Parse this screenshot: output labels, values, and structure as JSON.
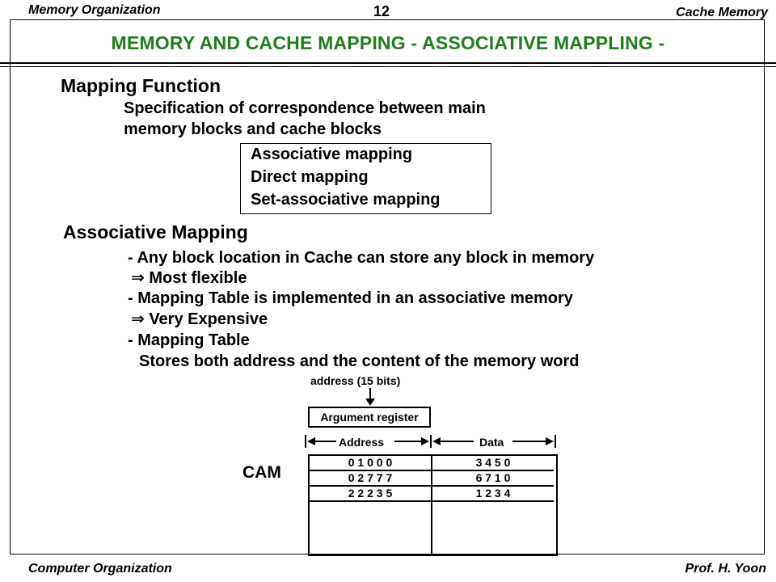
{
  "header": {
    "left": "Memory Organization",
    "page_number": "12",
    "right": "Cache Memory"
  },
  "title": "MEMORY AND CACHE MAPPING - ASSOCIATIVE MAPPLING -",
  "mapping_function": {
    "heading": "Mapping Function",
    "description_lines": [
      "Specification of correspondence between main",
      "memory blocks and cache blocks"
    ],
    "types": [
      "Associative mapping",
      "Direct mapping",
      "Set-associative mapping"
    ]
  },
  "associative_mapping": {
    "heading": "Associative Mapping",
    "lines": [
      "- Any block location in Cache can store any block in memory",
      "⇒  Most flexible",
      "- Mapping Table is implemented in an associative memory",
      "⇒  Very Expensive",
      "- Mapping Table",
      "Stores both address and the content of the memory word"
    ]
  },
  "diagram": {
    "address_label": "address (15 bits)",
    "argument_register": "Argument register",
    "column_address": "Address",
    "column_data": "Data",
    "cam_label": "CAM",
    "rows": [
      {
        "address": "0 1 0 0 0",
        "data": "3 4 5 0"
      },
      {
        "address": "0 2 7 7 7",
        "data": "6 7 1 0"
      },
      {
        "address": "2 2 2 3 5",
        "data": "1 2 3 4"
      }
    ]
  },
  "footer": {
    "left": "Computer Organization",
    "right": "Prof.  H. Yoon"
  }
}
